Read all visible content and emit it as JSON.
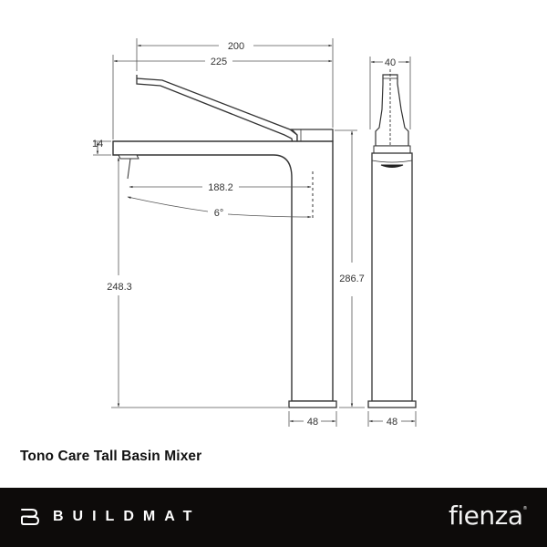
{
  "product": {
    "title": "Tono Care Tall Basin Mixer"
  },
  "dimensions": {
    "lever_reach": "200",
    "overall_reach": "225",
    "spout_thickness": "14",
    "spout_reach": "188.2",
    "spout_angle": "6°",
    "spout_height": "248.3",
    "overall_height": "286.7",
    "lever_width": "40",
    "base_width_side": "48",
    "base_width_front": "48"
  },
  "footer": {
    "brand_left": "BUILDMAT",
    "brand_right": "fienza",
    "brand_right_mark": "®"
  },
  "colors": {
    "line": "#333333",
    "footer_bg": "#0d0b0a",
    "footer_text": "#ffffff"
  }
}
